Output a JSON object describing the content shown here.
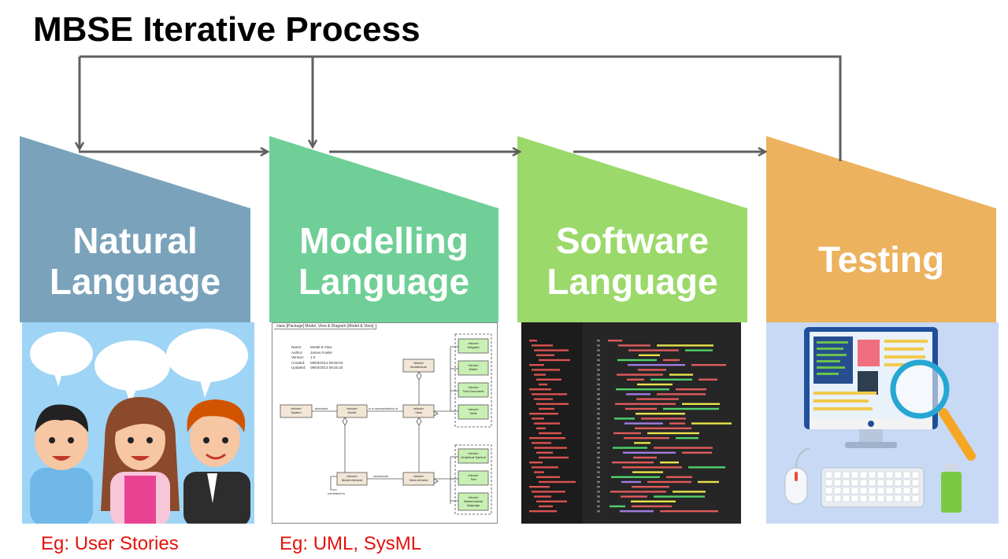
{
  "title": "MBSE Iterative Process",
  "stages": [
    {
      "id": "natural",
      "line1": "Natural",
      "line2": "Language",
      "color": "#7aa3bb",
      "example": "Eg: User Stories"
    },
    {
      "id": "modelling",
      "line1": "Modelling",
      "line2": "Language",
      "color": "#6fcf97",
      "example": "Eg: UML, SysML"
    },
    {
      "id": "software",
      "line1": "Software",
      "line2": "Language",
      "color": "#9bd96a",
      "example": ""
    },
    {
      "id": "testing",
      "line1": "Testing",
      "line2": "",
      "color": "#ecb25e",
      "example": ""
    }
  ],
  "uml": {
    "header": "class [Package] Model, View & Diagram [Model & View]",
    "meta": [
      "Name:",
      "Author:",
      "Version:",
      "Created:",
      "Updated:"
    ],
    "meta_values": [
      "Model & View",
      "James Fowler",
      "1.0",
      "09/03/2013 09:06:54",
      "09/03/2013 09:25:20"
    ],
    "stereo": "«block»",
    "blocks": {
      "system": "System",
      "model": "Model",
      "view": "View",
      "architecture": "Architecture",
      "model_element": "Model element",
      "view_element": "View element",
      "diagram": "Diagram",
      "matrix": "Matrix",
      "text_document": "Text Document",
      "table": "Table",
      "graphical_symbol": "Graphical Symbol",
      "text": "Text",
      "mathematical_language": "Mathematical language"
    },
    "relations": {
      "abstracts": "abstracts",
      "is_representation_of": "is a representation of",
      "represents": "represents",
      "correlated_to": "correlated to"
    }
  },
  "colors": {
    "arrow": "#5f5f5f",
    "example_text": "#e3120b",
    "code_bg": "#262626",
    "testing_bg": "#c7d9f5",
    "people_bg": "#9ed4f5"
  }
}
